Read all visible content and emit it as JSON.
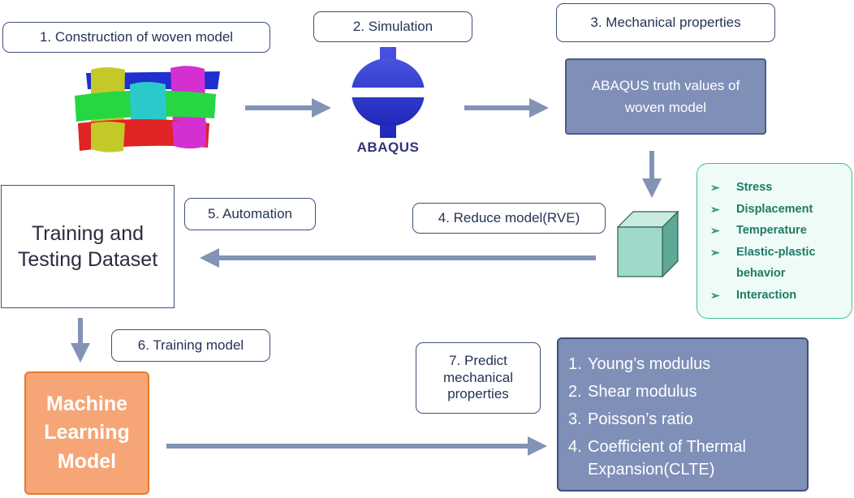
{
  "steps": {
    "construction": "1. Construction of woven model",
    "simulation": "2. Simulation",
    "mechanical": "3. Mechanical properties",
    "reduce": "4. Reduce model(RVE)",
    "automation": "5. Automation",
    "training": "6. Training model",
    "predict": "7. Predict mechanical properties"
  },
  "abaqus_logo_text": "ABAQUS",
  "truth_box": "ABAQUS truth values of woven model",
  "properties": [
    "Stress",
    "Displacement",
    "Temperature",
    "Elastic-plastic behavior",
    "Interaction"
  ],
  "dataset_box": "Training and Testing Dataset",
  "ml_box": "Machine Learning Model",
  "results": [
    {
      "num": "1.",
      "text": "Young’s modulus"
    },
    {
      "num": "2.",
      "text": "Shear modulus"
    },
    {
      "num": "3.",
      "text": "Poisson’s ratio"
    },
    {
      "num": "4.",
      "text": "Coefficient of Thermal Expansion(CLTE)"
    }
  ],
  "colors": {
    "arrow": "#8393b6",
    "box_fill": "#7f8fb8",
    "ml_fill": "#f6a676",
    "props_border": "#3fbf8f",
    "props_text": "#1e7a66"
  }
}
